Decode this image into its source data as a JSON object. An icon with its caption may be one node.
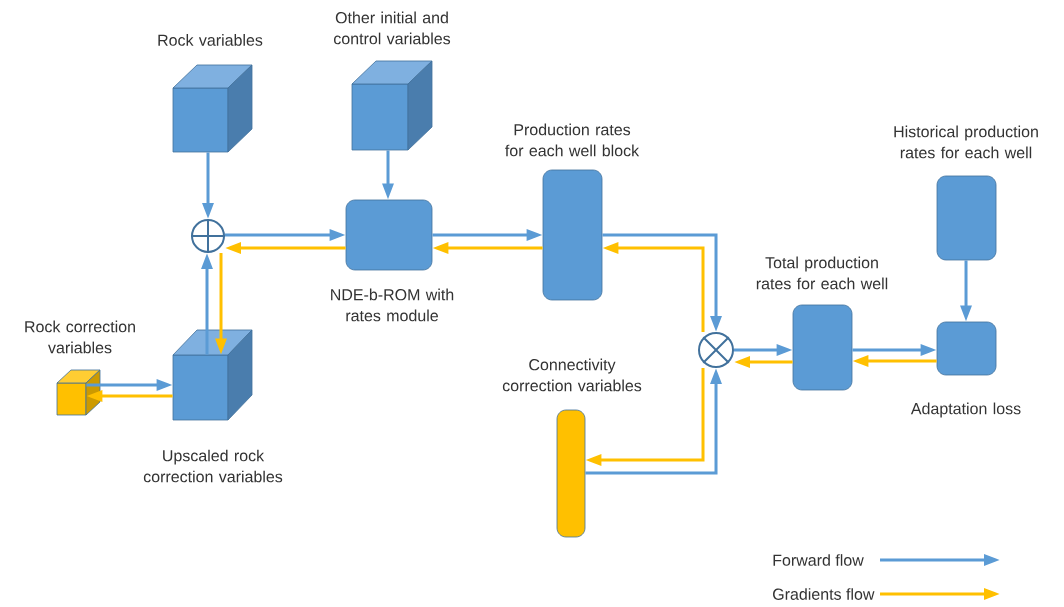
{
  "diagram": {
    "nodes": [
      {
        "text": [
          "Rock variables"
        ]
      },
      {
        "text": [
          "Other initial and control variables"
        ]
      },
      {
        "text": [],
        "shape": "circle"
      },
      {
        "text": [
          "NDE-b-ROM with rates module"
        ]
      },
      {
        "text": [
          "Production rates for each well block"
        ]
      },
      {
        "text": [
          "Rock correction variables"
        ]
      },
      {
        "text": [
          "Upscaled rock correction variables"
        ]
      },
      {
        "text": [],
        "shape": "circle"
      },
      {
        "text": [
          "Connectivity correction variables"
        ]
      },
      {
        "text": [
          "Total production rates for each well"
        ]
      },
      {
        "text": [
          "Historical production rates for each well"
        ]
      },
      {
        "text": [
          "Adaptation loss"
        ]
      }
    ],
    "edges": [
      {
        "from": 0,
        "to": 2,
        "arrow": "to"
      },
      {
        "from": 6,
        "to": 2,
        "arrow": "to"
      },
      {
        "from": 2,
        "to": 6,
        "arrow": "to",
        "color": "#ffc000"
      },
      {
        "from": 2,
        "to": 3,
        "arrow": "to"
      },
      {
        "from": 3,
        "to": 2,
        "arrow": "to",
        "color": "#ffc000"
      },
      {
        "from": 1,
        "to": 3,
        "arrow": "to"
      },
      {
        "from": 3,
        "to": 4,
        "arrow": "to"
      },
      {
        "from": 4,
        "to": 3,
        "arrow": "to",
        "color": "#ffc000"
      },
      {
        "from": 5,
        "to": 6,
        "arrow": "to"
      },
      {
        "from": 6,
        "to": 5,
        "arrow": "to",
        "color": "#ffc000"
      },
      {
        "from": 4,
        "to": 7,
        "arrow": "to"
      },
      {
        "from": 7,
        "to": 4,
        "arrow": "to",
        "color": "#ffc000"
      },
      {
        "from": 8,
        "to": 7,
        "arrow": "to"
      },
      {
        "from": 7,
        "to": 8,
        "arrow": "to",
        "color": "#ffc000"
      },
      {
        "from": 7,
        "to": 9,
        "arrow": "to"
      },
      {
        "from": 9,
        "to": 7,
        "arrow": "to",
        "color": "#ffc000"
      },
      {
        "from": 9,
        "to": 11,
        "arrow": "to"
      },
      {
        "from": 11,
        "to": 9,
        "arrow": "to",
        "color": "#ffc000"
      },
      {
        "from": 10,
        "to": 11,
        "arrow": "to"
      }
    ],
    "legend": [
      {
        "text": "Forward flow"
      },
      {
        "text": "Gradients flow"
      }
    ]
  }
}
